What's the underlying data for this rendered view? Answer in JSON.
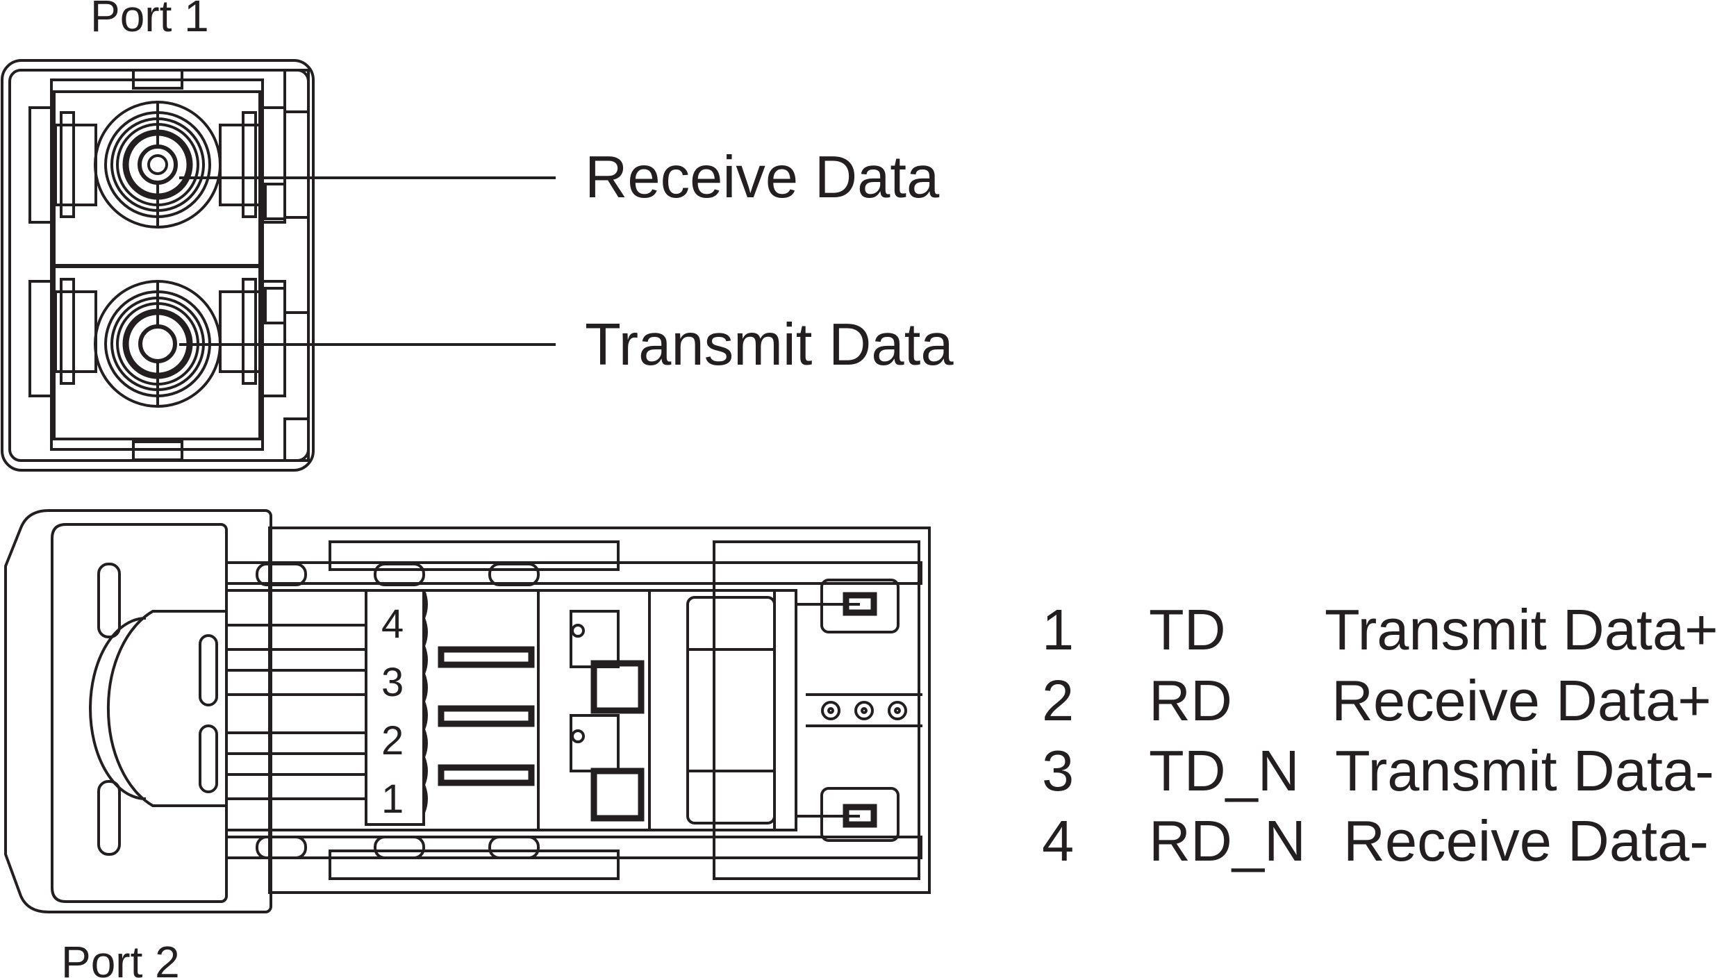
{
  "port1": {
    "label": "Port 1"
  },
  "port2": {
    "label": "Port 2"
  },
  "callouts": {
    "receive": "Receive Data",
    "transmit": "Transmit Data"
  },
  "strip_numbers": [
    "4",
    "3",
    "2",
    "1"
  ],
  "pins": [
    {
      "num": "1",
      "code": "TD",
      "desc": "Transmit Data+"
    },
    {
      "num": "2",
      "code": "RD",
      "desc": "Receive Data+"
    },
    {
      "num": "3",
      "code": "TD_N",
      "desc": "Transmit Data-"
    },
    {
      "num": "4",
      "code": "RD_N",
      "desc": "Receive Data-"
    }
  ]
}
